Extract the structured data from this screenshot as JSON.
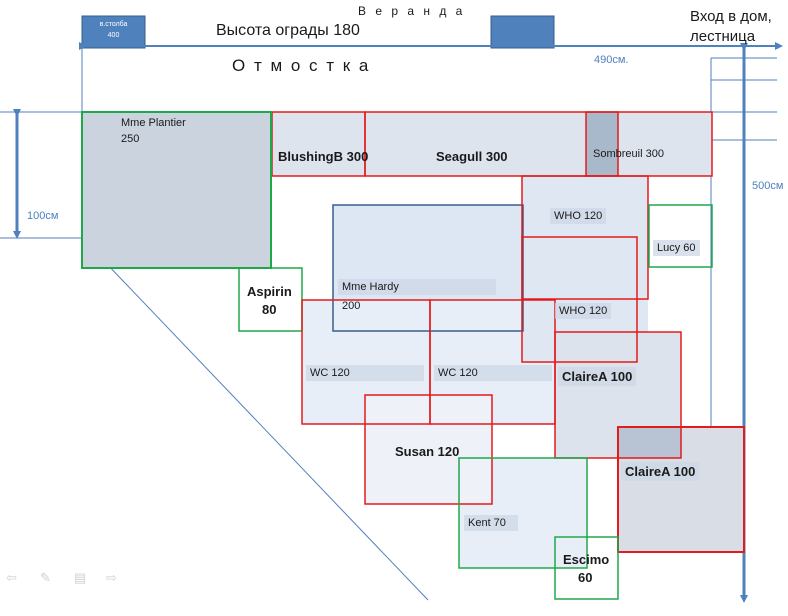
{
  "header": {
    "veranda": "В е р а н д а",
    "fence_height": "Высота ограды 180",
    "entrance_line1": "Вход в дом,",
    "entrance_line2": "лестница",
    "pillar_line1": "в.столба",
    "pillar_line2": "400",
    "blind_area": "О т м о с т к а"
  },
  "dimensions": {
    "width": "490см.",
    "height": "500см",
    "strip": "100см"
  },
  "plants": {
    "mme_plantier": {
      "name": "Mme Plantier",
      "height": "250"
    },
    "blushing": "BlushingB 300",
    "seagull": "Seagull 300",
    "sombreuil": "Sombreuil 300",
    "who1": "WHO 120",
    "who2": "WHO 120",
    "lucy": "Lucy 60",
    "mme_hardy": {
      "name": "Mme Hardy",
      "height": "200"
    },
    "aspirin": {
      "name": "Aspirin",
      "height": "80"
    },
    "wc1": "WC 120",
    "wc2": "WC 120",
    "claire1": "ClaireA 100",
    "claire2": "ClaireA 100",
    "susan": "Susan 120",
    "kent": "Kent 70",
    "escimo": {
      "name": "Escimo",
      "height": "60"
    }
  },
  "colors": {
    "red": "#e31b1b",
    "green": "#1ea84a",
    "blue": "#4f81bd",
    "navy": "#385d8a"
  }
}
